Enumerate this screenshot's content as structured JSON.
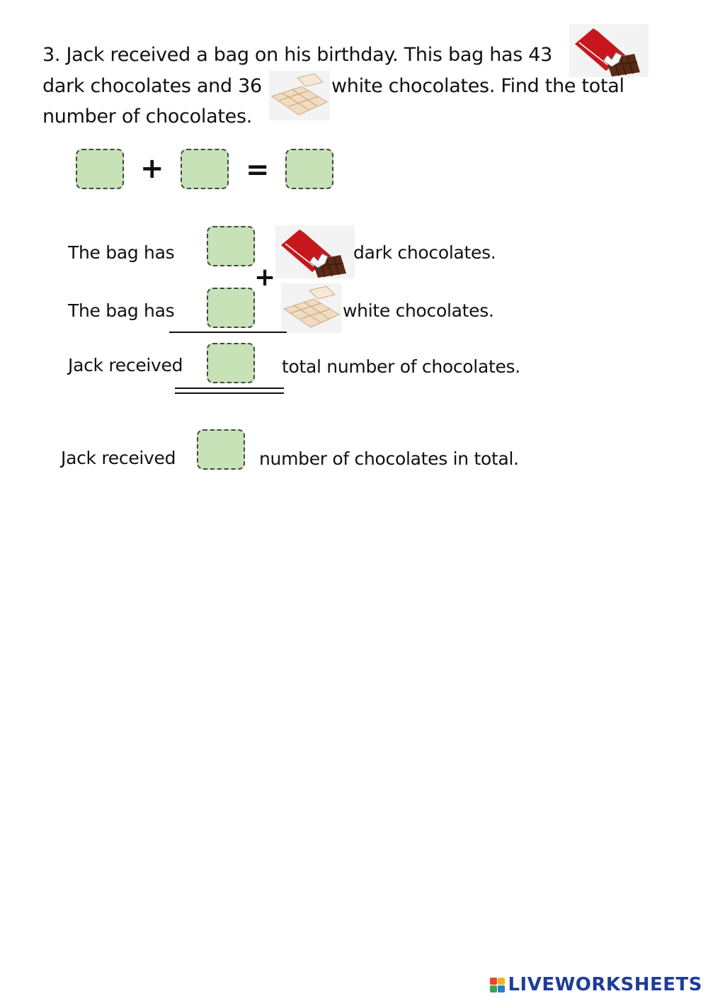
{
  "question": {
    "line1": "3. Jack received a bag on his birthday. This bag has 43",
    "line2_a": "dark chocolates and 36",
    "line2_b": "white chocolates. Find the total",
    "line3": "number of chocolates."
  },
  "equation": {
    "plus": "+",
    "equals": "="
  },
  "column": {
    "row1_label": "The bag has",
    "row1_suffix": "dark chocolates.",
    "plus": "+",
    "row2_label": "The bag has",
    "row2_suffix": "white chocolates.",
    "row3_label": "Jack received",
    "row3_suffix": "total number of chocolates."
  },
  "answer": {
    "label": "Jack received",
    "suffix": "number of chocolates in total."
  },
  "footer": {
    "brand": "LIVEWORKSHEETS"
  },
  "icons": {
    "dark": "dark-chocolate-icon",
    "white": "white-chocolate-icon"
  },
  "colors": {
    "answer_box_fill": "#c6e2b6",
    "dark_wrapper": "#c8161d",
    "dark_chocolate": "#5a2a17",
    "white_chocolate": "#f1dcc1",
    "brand": "#1f3c99"
  }
}
